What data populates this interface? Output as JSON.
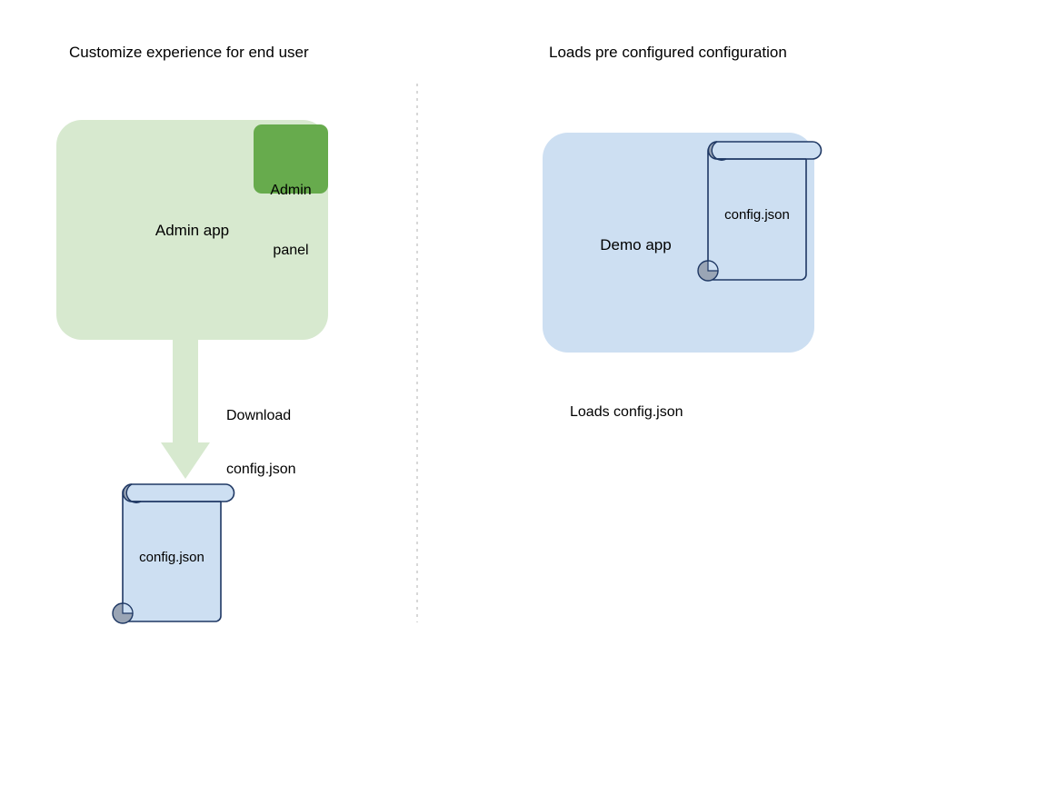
{
  "diagram": {
    "title_left": "Customize experience for end user",
    "title_right": "Loads pre configured configuration",
    "divider": "vertical-dotted-divider",
    "colors": {
      "app_green_fill": "#d7e9cf",
      "admin_panel_fill": "#67ab4d",
      "app_blue_fill": "#cddff2",
      "doc_fill": "#cddff2",
      "doc_stroke": "#1f3864",
      "doc_curl": "#9aa5b5",
      "divider": "#cccccc",
      "text": "#000000"
    },
    "left_flow": {
      "app_box_label": "Admin app",
      "admin_panel_label": "Admin\npanel",
      "admin_panel_line1": "Admin",
      "admin_panel_line2": "panel",
      "arrow_label_line1": "Download",
      "arrow_label_line2": "config.json",
      "arrow_name": "download-arrow",
      "document_label": "config.json"
    },
    "right_flow": {
      "app_box_label": "Demo app",
      "document_label": "config.json",
      "caption": "Loads config.json"
    }
  }
}
